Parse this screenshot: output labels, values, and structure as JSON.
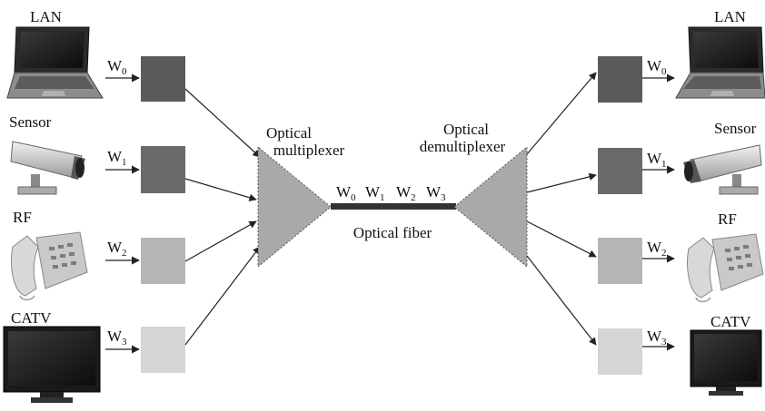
{
  "left_devices": [
    {
      "label": "LAN",
      "icon": "laptop-icon"
    },
    {
      "label": "Sensor",
      "icon": "security-camera-icon"
    },
    {
      "label": "RF",
      "icon": "telephone-icon"
    },
    {
      "label": "CATV",
      "icon": "tv-monitor-icon"
    }
  ],
  "right_devices": [
    {
      "label": "LAN",
      "icon": "laptop-icon"
    },
    {
      "label": "Sensor",
      "icon": "security-camera-icon"
    },
    {
      "label": "RF",
      "icon": "telephone-icon"
    },
    {
      "label": "CATV",
      "icon": "tv-monitor-icon"
    }
  ],
  "channels": [
    {
      "base": "W",
      "sub": "0",
      "color": "#5a5a5a"
    },
    {
      "base": "W",
      "sub": "1",
      "color": "#6a6a6a"
    },
    {
      "base": "W",
      "sub": "2",
      "color": "#b5b5b5"
    },
    {
      "base": "W",
      "sub": "3",
      "color": "#d5d5d5"
    }
  ],
  "multiplexer": {
    "line1": "Optical",
    "line2": "multiplexer",
    "color": "#a9a9a9"
  },
  "demultiplexer": {
    "line1": "Optical",
    "line2": "demultiplexer",
    "color": "#a9a9a9"
  },
  "fiber": {
    "label": "Optical fiber"
  }
}
